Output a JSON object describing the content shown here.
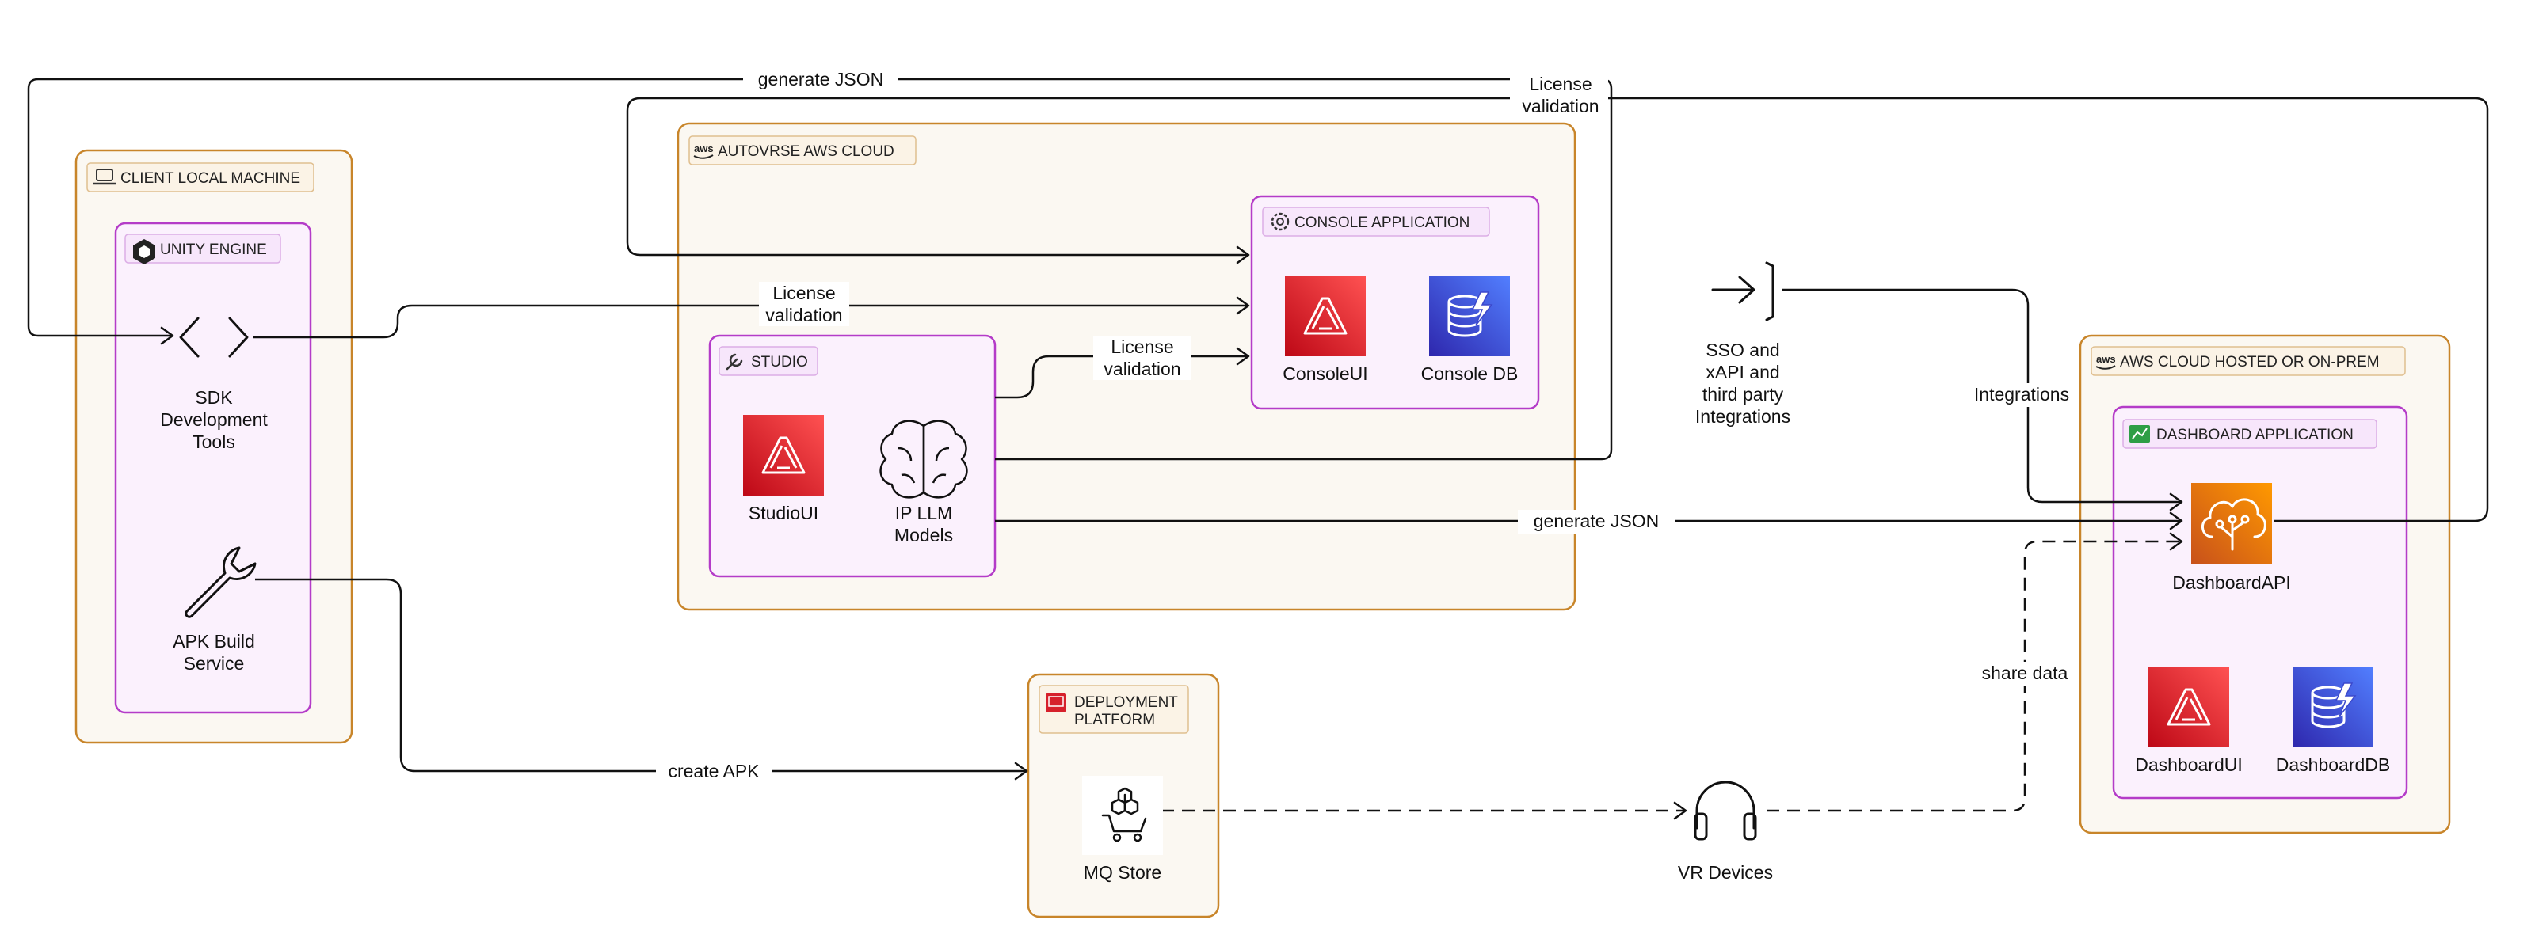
{
  "groups": {
    "client": "CLIENT LOCAL MACHINE",
    "unity": "UNITY ENGINE",
    "aws_cloud": "AUTOVRSE AWS CLOUD",
    "console_app": "CONSOLE APPLICATION",
    "studio": "STUDIO",
    "deployment_1": "DEPLOYMENT",
    "deployment_2": "PLATFORM",
    "aws_hosted": "AWS CLOUD HOSTED OR ON-PREM",
    "dashboard_app": "DASHBOARD APPLICATION"
  },
  "nodes": {
    "sdk": [
      "SDK",
      "Development",
      "Tools"
    ],
    "apk": [
      "APK Build",
      "Service"
    ],
    "console_ui": "ConsoleUI",
    "console_db": "Console DB",
    "studio_ui": "StudioUI",
    "llm": [
      "IP LLM",
      "Models"
    ],
    "mq_store": "MQ Store",
    "vr_devices": "VR Devices",
    "sso": [
      "SSO and",
      "xAPI and",
      "third party",
      "Integrations"
    ],
    "dashboard_api": "DashboardAPI",
    "dashboard_ui": "DashboardUI",
    "dashboard_db": "DashboardDB"
  },
  "edges": {
    "generate_json_top": "generate JSON",
    "license_top": [
      "License",
      "validation"
    ],
    "license_sdk": [
      "License",
      "validation"
    ],
    "license_studio": [
      "License",
      "validation"
    ],
    "integrations": "Integrations",
    "generate_json_mid": "generate JSON",
    "share_data": "share data",
    "create_apk": "create APK"
  },
  "colors": {
    "group_border": "#c8852a",
    "group_fill": "#fbf8f2",
    "app_border": "#b43cc8",
    "app_fill": "#fbf1fd",
    "amplify_red": "#d6202b",
    "db_blue": "#3b48cc",
    "api_orange": "#e8700a"
  }
}
